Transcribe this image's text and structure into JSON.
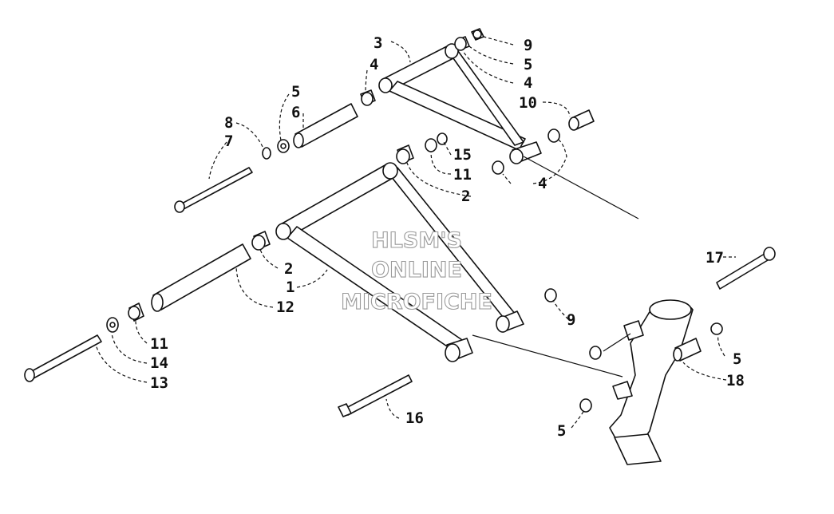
{
  "watermark": {
    "line1": "HLSM'S",
    "line2": "ONLINE",
    "line3": "MICROFICHE"
  },
  "callouts": [
    {
      "id": "c1",
      "label": "3"
    },
    {
      "id": "c2",
      "label": "4"
    },
    {
      "id": "c3",
      "label": "9"
    },
    {
      "id": "c4",
      "label": "5"
    },
    {
      "id": "c5",
      "label": "4"
    },
    {
      "id": "c6",
      "label": "10"
    },
    {
      "id": "c7",
      "label": "5"
    },
    {
      "id": "c8",
      "label": "6"
    },
    {
      "id": "c9",
      "label": "8"
    },
    {
      "id": "c10",
      "label": "7"
    },
    {
      "id": "c11",
      "label": "15"
    },
    {
      "id": "c12",
      "label": "11"
    },
    {
      "id": "c13",
      "label": "2"
    },
    {
      "id": "c14",
      "label": "4"
    },
    {
      "id": "c15",
      "label": "2"
    },
    {
      "id": "c16",
      "label": "1"
    },
    {
      "id": "c17",
      "label": "12"
    },
    {
      "id": "c18",
      "label": "17"
    },
    {
      "id": "c19",
      "label": "11"
    },
    {
      "id": "c20",
      "label": "14"
    },
    {
      "id": "c21",
      "label": "13"
    },
    {
      "id": "c22",
      "label": "9"
    },
    {
      "id": "c23",
      "label": "5"
    },
    {
      "id": "c24",
      "label": "18"
    },
    {
      "id": "c25",
      "label": "16"
    },
    {
      "id": "c26",
      "label": "5"
    }
  ]
}
